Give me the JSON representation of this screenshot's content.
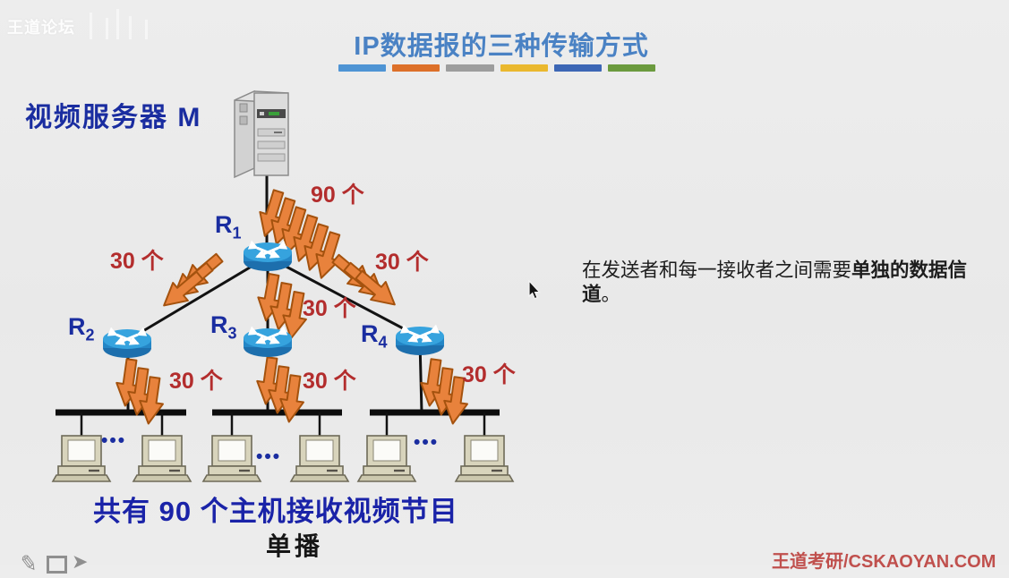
{
  "watermark": {
    "brand": "王道论坛"
  },
  "header": {
    "title": "IP数据报的三种传输方式",
    "dash_colors": [
      "#4e94d4",
      "#dd7029",
      "#9d9d9d",
      "#eab82e",
      "#3c66b5",
      "#6b9a3e"
    ]
  },
  "diagram": {
    "server_label": "视频服务器 M",
    "routers": [
      {
        "base": "R",
        "sub": "1"
      },
      {
        "base": "R",
        "sub": "2"
      },
      {
        "base": "R",
        "sub": "3"
      },
      {
        "base": "R",
        "sub": "4"
      }
    ],
    "flows": [
      {
        "id": "server-to-r1",
        "label": "90 个"
      },
      {
        "id": "r1-to-r2",
        "label": "30 个"
      },
      {
        "id": "r1-to-r3",
        "label": "30 个"
      },
      {
        "id": "r1-to-r4",
        "label": "30 个"
      },
      {
        "id": "r2-to-lan1",
        "label": "30 个"
      },
      {
        "id": "r3-to-lan2",
        "label": "30 个"
      },
      {
        "id": "r4-to-lan3",
        "label": "30 个"
      }
    ],
    "lan_dots": "•••",
    "colors": {
      "arrow_fill": "#e8823c",
      "arrow_stroke": "#a4520e",
      "router_blue": "#2e96d3",
      "label_red": "#b32d2d",
      "navy": "#1a2da0"
    }
  },
  "note": {
    "line1_regular": "在发送者和每一接收者之间需要",
    "line1_bold": "单独的数据信",
    "line2_bold": "道",
    "line2_period": "。"
  },
  "caption": {
    "summary": "共有 90 个主机接收视频节目",
    "mode": "单播"
  },
  "footer": {
    "brand": "王道考研/CSKAOYAN.COM"
  }
}
